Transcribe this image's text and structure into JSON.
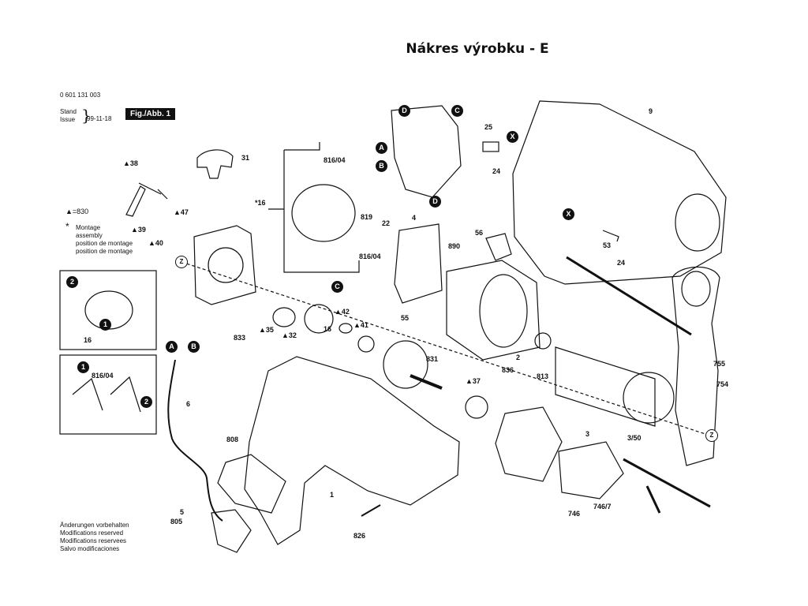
{
  "page_title": "Nákres výrobku - E",
  "doc_number": "0 601 131 003",
  "stand_label": "Stand",
  "issue_label": "Issue",
  "issue_date": "99-11-18",
  "figure_tag": "Fig./Abb. 1",
  "triangle_legend": "▲=830",
  "star_legend": [
    "Montage",
    "assembly",
    "position de montage",
    "position de montage"
  ],
  "changes_note": [
    "Änderungen vorbehalten",
    "Modifications reserved",
    "Modifications reservees",
    "Salvo modificaciones"
  ],
  "part_labels": [
    {
      "id": "31",
      "text": "31"
    },
    {
      "id": "38",
      "text": "▲38"
    },
    {
      "id": "47",
      "text": "▲47"
    },
    {
      "id": "39",
      "text": "▲39"
    },
    {
      "id": "40",
      "text": "▲40"
    },
    {
      "id": "16",
      "text": "16"
    },
    {
      "id": "16b",
      "text": "16"
    },
    {
      "id": "816_04",
      "text": "816/04"
    },
    {
      "id": "816_04b",
      "text": "816/04"
    },
    {
      "id": "816_04c",
      "text": "816/04"
    },
    {
      "id": "star16",
      "text": "*16"
    },
    {
      "id": "833",
      "text": "833"
    },
    {
      "id": "35",
      "text": "▲35"
    },
    {
      "id": "32",
      "text": "▲32"
    },
    {
      "id": "42",
      "text": "▲42"
    },
    {
      "id": "41",
      "text": "▲41"
    },
    {
      "id": "55",
      "text": "55"
    },
    {
      "id": "831",
      "text": "831"
    },
    {
      "id": "6",
      "text": "6"
    },
    {
      "id": "808",
      "text": "808"
    },
    {
      "id": "1",
      "text": "1"
    },
    {
      "id": "5",
      "text": "5"
    },
    {
      "id": "805",
      "text": "805"
    },
    {
      "id": "826",
      "text": "826"
    },
    {
      "id": "2",
      "text": "2"
    },
    {
      "id": "819",
      "text": "819"
    },
    {
      "id": "22",
      "text": "22"
    },
    {
      "id": "4",
      "text": "4"
    },
    {
      "id": "56",
      "text": "56"
    },
    {
      "id": "890",
      "text": "890"
    },
    {
      "id": "25",
      "text": "25"
    },
    {
      "id": "24",
      "text": "24"
    },
    {
      "id": "24b",
      "text": "24"
    },
    {
      "id": "9",
      "text": "9"
    },
    {
      "id": "53",
      "text": "53"
    },
    {
      "id": "813",
      "text": "813"
    },
    {
      "id": "836",
      "text": "836"
    },
    {
      "id": "37",
      "text": "▲37"
    },
    {
      "id": "3",
      "text": "3"
    },
    {
      "id": "3_50",
      "text": "3/50"
    },
    {
      "id": "755",
      "text": "755"
    },
    {
      "id": "754",
      "text": "754"
    },
    {
      "id": "746",
      "text": "746"
    },
    {
      "id": "746_7",
      "text": "746/7"
    }
  ],
  "callouts": [
    {
      "id": "D1",
      "text": "D"
    },
    {
      "id": "C1",
      "text": "C"
    },
    {
      "id": "A1",
      "text": "A"
    },
    {
      "id": "B1",
      "text": "B"
    },
    {
      "id": "D2",
      "text": "D"
    },
    {
      "id": "C2",
      "text": "C"
    },
    {
      "id": "A2",
      "text": "A"
    },
    {
      "id": "B2",
      "text": "B"
    },
    {
      "id": "X1",
      "text": "X"
    },
    {
      "id": "X2",
      "text": "X"
    }
  ],
  "inset_steps": [
    {
      "id": "s2a",
      "text": "2"
    },
    {
      "id": "s1a",
      "text": "1"
    },
    {
      "id": "s1b",
      "text": "1"
    },
    {
      "id": "s2b",
      "text": "2"
    }
  ],
  "marker_z": [
    {
      "id": "z1",
      "text": "Z"
    },
    {
      "id": "z2",
      "text": "Z"
    }
  ]
}
